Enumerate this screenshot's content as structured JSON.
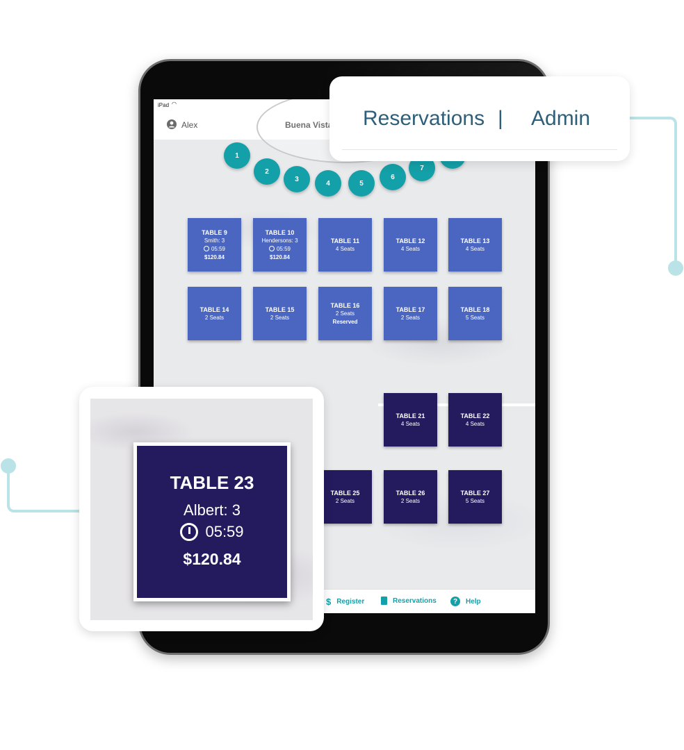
{
  "status": {
    "device": "iPad"
  },
  "header": {
    "user": "Alex",
    "venue": "Buena Vista"
  },
  "bar_seats": [
    "1",
    "2",
    "3",
    "4",
    "5",
    "6",
    "7",
    ""
  ],
  "tables_upper": [
    {
      "name": "TABLE 9",
      "party": "Smith: 3",
      "time": "05:59",
      "total": "$120.84"
    },
    {
      "name": "TABLE 10",
      "party": "Hendersons: 3",
      "time": "05:59",
      "total": "$120.84"
    },
    {
      "name": "TABLE 11",
      "seats": "4 Seats"
    },
    {
      "name": "TABLE 12",
      "seats": "4 Seats"
    },
    {
      "name": "TABLE 13",
      "seats": "4 Seats"
    },
    {
      "name": "TABLE 14",
      "seats": "2 Seats"
    },
    {
      "name": "TABLE 15",
      "seats": "2 Seats"
    },
    {
      "name": "TABLE 16",
      "seats": "2 Seats",
      "status": "Reserved"
    },
    {
      "name": "TABLE 17",
      "seats": "2 Seats"
    },
    {
      "name": "TABLE 18",
      "seats": "5 Seats"
    }
  ],
  "tables_lower": [
    {
      "name": "TABLE 21",
      "seats": "4 Seats"
    },
    {
      "name": "TABLE 22",
      "seats": "4 Seats"
    },
    {
      "name": "TABLE 25",
      "seats": "2 Seats"
    },
    {
      "name": "TABLE 26",
      "seats": "2 Seats"
    },
    {
      "name": "TABLE 27",
      "seats": "5 Seats"
    }
  ],
  "bottom_nav": [
    {
      "label": "Register",
      "icon": "dollar-icon"
    },
    {
      "label": "Reservations",
      "icon": "book-icon"
    },
    {
      "label": "Help",
      "icon": "help-icon"
    }
  ],
  "callout_nav": {
    "item1": "Reservations",
    "separator": "|",
    "item2": "Admin"
  },
  "callout_table": {
    "name": "TABLE 23",
    "party": "Albert: 3",
    "time": "05:59",
    "total": "$120.84"
  },
  "colors": {
    "seat": "#14a0a8",
    "table_light": "#4a66c0",
    "table_dark": "#231b5e",
    "accent": "#14a0a8",
    "nav_text": "#2e5f7a"
  }
}
